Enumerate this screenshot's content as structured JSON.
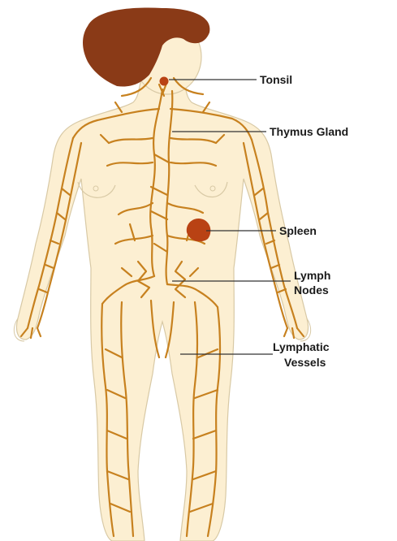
{
  "labels": {
    "tonsil": "Tonsil",
    "thymus": "Thymus Gland",
    "spleen": "Spleen",
    "lymph_nodes": [
      "Lymph",
      "Nodes"
    ],
    "lymphatic_vessels": [
      "Lymphatic",
      "Vessels"
    ]
  },
  "colors": {
    "skin": "#fcefd2",
    "outline": "#d8c9a5",
    "hair": "#8a3a17",
    "vessel": "#c7811f",
    "organ": "#b94214",
    "leader_line": "#333333"
  }
}
